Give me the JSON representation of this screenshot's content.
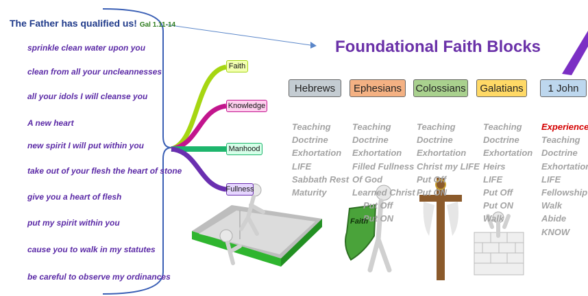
{
  "heading": {
    "text": "The Father has qualified us!",
    "ref": "Gal 1.11-14"
  },
  "verses": [
    "sprinkle clean water upon you",
    "clean from all your uncleannesses",
    "all your idols I will cleanse you",
    "A new heart",
    "new spirit I will put within you",
    "take out of your flesh the heart of stone",
    "give you a heart of flesh",
    "put my spirit within you",
    "cause you to walk in my statutes",
    "be careful to observe my ordinances"
  ],
  "title": "Foundational Faith Blocks",
  "branches": [
    {
      "label": "Faith",
      "color": "#a6d612",
      "fill": "#f3ffb0"
    },
    {
      "label": "Knowledge",
      "color": "#c2158d",
      "fill": "#ffd0ef"
    },
    {
      "label": "Manhood",
      "color": "#1db56c",
      "fill": "#d6ffe9"
    },
    {
      "label": "Fullness",
      "color": "#6a2fb0",
      "fill": "#e6d6ff"
    }
  ],
  "books": [
    {
      "label": "Hebrews",
      "fill": "#c4ccd2"
    },
    {
      "label": "Ephesians",
      "fill": "#f4b183"
    },
    {
      "label": "Colossians",
      "fill": "#a9d18e"
    },
    {
      "label": "Galatians",
      "fill": "#ffd966"
    },
    {
      "label": "1 John",
      "fill": "#bdd7ee"
    }
  ],
  "columns": [
    [
      "Teaching",
      "Doctrine",
      "Exhortation",
      "LIFE",
      "Sabbath Rest",
      "Maturity"
    ],
    [
      "Teaching",
      "Doctrine",
      "Exhortation",
      "Filled Fullness",
      "Of God",
      "Learned Christ",
      "Put Off",
      "Put ON"
    ],
    [
      "Teaching",
      "Doctrine",
      "Exhortation",
      "Christ my LIFE",
      "Put Off",
      "Put ON"
    ],
    [
      "Teaching",
      "Doctrine",
      "Exhortation",
      "Heirs",
      "LIFE",
      "Put Off",
      "Put ON",
      "Walk"
    ],
    [
      "Experience of",
      "Teaching",
      "Doctrine",
      "Exhortation",
      "LIFE",
      "Fellowship",
      "Walk",
      "Abide",
      "KNOW"
    ]
  ],
  "shield_text": "Faith"
}
